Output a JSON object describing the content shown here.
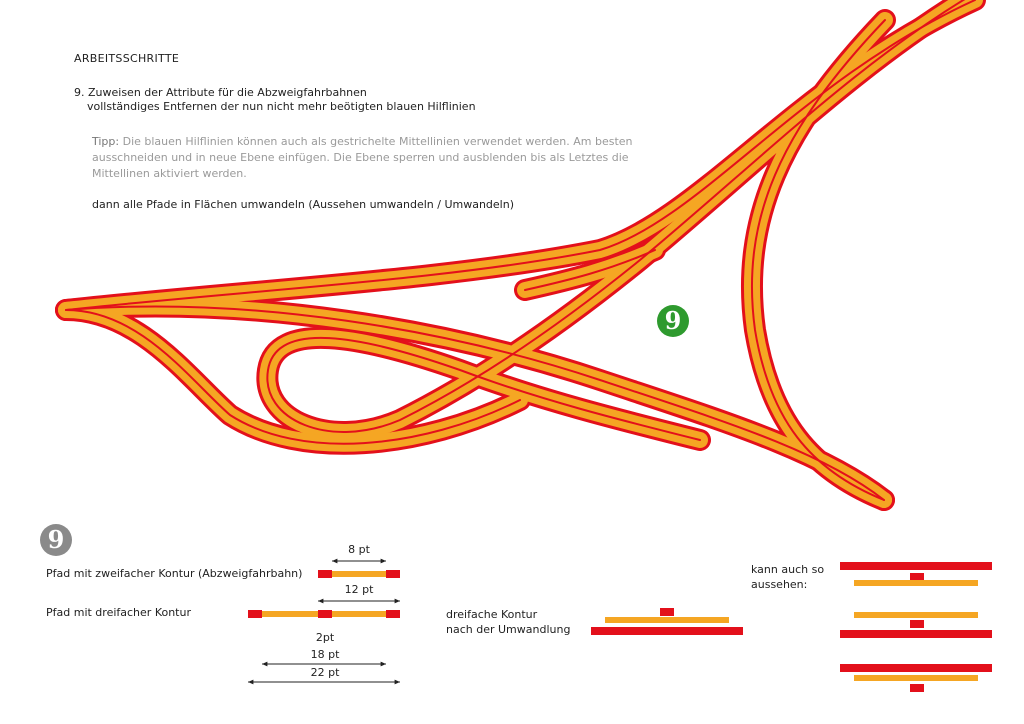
{
  "colors": {
    "outer": "#e3101b",
    "inner": "#f5a623",
    "green": "#2e9a2e",
    "grey": "#8a8a8a"
  },
  "header": {
    "section": "ARBEITSSCHRITTE",
    "step_line1": "9.  Zuweisen der Attribute für die Abzweigfahrbahnen",
    "step_line2": "vollständiges Entfernen der nun nicht mehr beötigten blauen Hilflinien",
    "tip_label": "Tipp:",
    "tip_text": " Die blauen Hilflinien können auch als gestrichelte Mittellinien verwendet werden. Am besten ausschneiden und in neue Ebene einfügen. Die Ebene sperren und ausblenden bis als Letztes die Mittellinen aktiviert werden.",
    "then_text": "dann alle Pfade in Flächen umwandeln (Aussehen umwandeln / Umwandeln)"
  },
  "badges": {
    "diagram": "9",
    "legend": "9"
  },
  "legend": {
    "double_label": "Pfad mit zweifacher Kontur (Abzweigfahrbahn)",
    "triple_label": "Pfad mit dreifacher Kontur",
    "dim_8": "8 pt",
    "dim_12": "12 pt",
    "dim_2": "2pt",
    "dim_18": "18 pt",
    "dim_22": "22 pt",
    "converted_label_1": "dreifache Kontur",
    "converted_label_2": "nach der Umwandlung",
    "alt_label_1": "kann auch so",
    "alt_label_2": "aussehen:"
  }
}
